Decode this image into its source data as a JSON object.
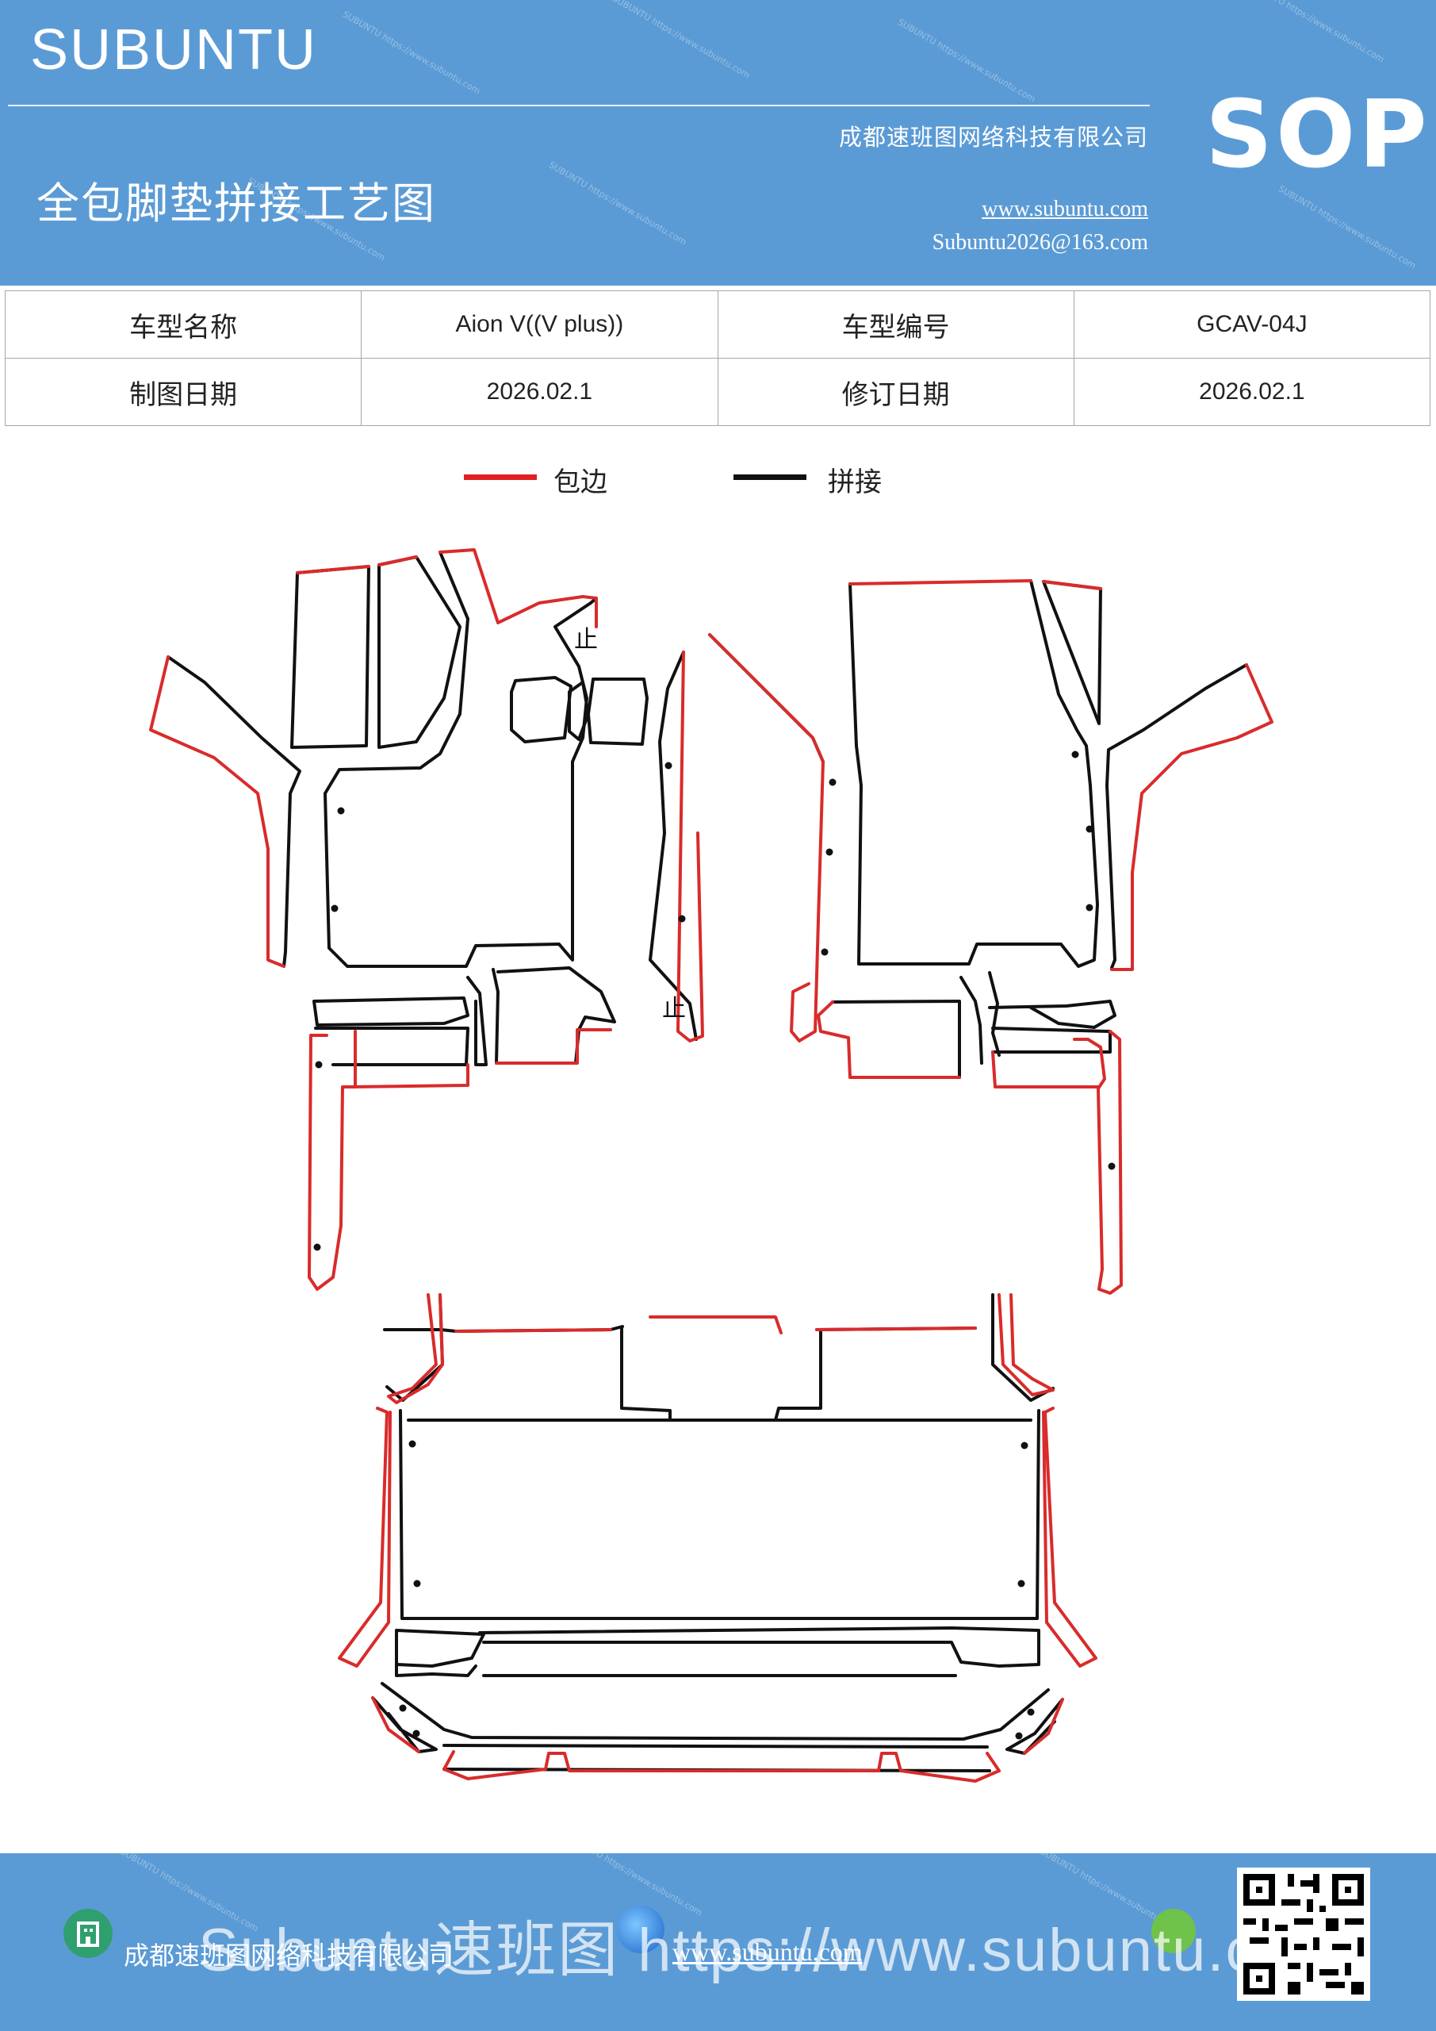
{
  "header": {
    "brand": "SUBUNTU",
    "badge": "SOP",
    "company": "成都速班图网络科技有限公司",
    "title": "全包脚垫拼接工艺图",
    "website": "www.subuntu.com",
    "email": "Subuntu2026@163.com",
    "watermark": "SUBUNTU https://www.subuntu.com"
  },
  "info_table": {
    "rows": [
      [
        "车型名称",
        "Aion  V((V  plus))",
        "车型编号",
        "GCAV-04J"
      ],
      [
        "制图日期",
        "2026.02.1",
        "修订日期",
        "2026.02.1"
      ]
    ]
  },
  "legend": {
    "items": [
      {
        "label": "包边",
        "color": "#e02020"
      },
      {
        "label": "拼接",
        "color": "#111111"
      }
    ]
  },
  "diagram": {
    "stroke_colors": {
      "edging": "#d92b2b",
      "seam": "#111111"
    },
    "markers": [
      "止",
      "止"
    ]
  },
  "footer": {
    "company": "成都速班图网络科技有限公司",
    "website": "www.subuntu.com",
    "overlay_text": "Subuntu速班图  https://www.subuntu.com",
    "icons": [
      "building-icon",
      "globe-icon",
      "wechat-icon"
    ]
  }
}
